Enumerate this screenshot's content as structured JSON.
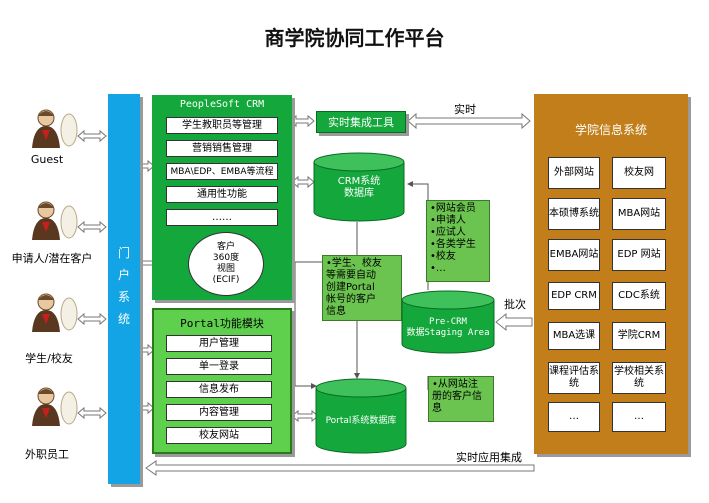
{
  "title": "商学院协同工作平台",
  "users": [
    {
      "label": "Guest"
    },
    {
      "label": "申请人/潜在客户"
    },
    {
      "label": "学生/校友"
    },
    {
      "label": "外职员工"
    }
  ],
  "portal_bar": {
    "chars": [
      "门",
      "户",
      "系",
      "统"
    ]
  },
  "crm": {
    "title": "PeopleSoft CRM",
    "items": [
      "学生教职员等管理",
      "营销销售管理",
      "MBA\\EDP、EMBA等流程",
      "通用性功能",
      "……"
    ],
    "ecif": [
      "客户",
      "360度",
      "视图",
      "(ECIF)"
    ]
  },
  "portal_module": {
    "title": "Portal功能模块",
    "items": [
      "用户管理",
      "单一登录",
      "信息发布",
      "内容管理",
      "校友网站"
    ]
  },
  "realtime_tool": "实时集成工具",
  "realtime": "实时",
  "crm_db": [
    "CRM系统",
    "数据库"
  ],
  "portal_db": "Portal系统数据库",
  "staging": [
    "Pre-CRM",
    "数据Staging Area"
  ],
  "note_auto": [
    "•学生、校友",
    "等需要自动",
    "创建Portal",
    "帐号的客户",
    "信息"
  ],
  "note_members": [
    "•网站会员",
    "•申请人",
    "•应试人",
    "•各类学生",
    "•校友",
    "•…"
  ],
  "note_web": [
    "•从网站注",
    "册的客户信",
    "息"
  ],
  "batch": "批次",
  "realtime_app": "实时应用集成",
  "school": {
    "title": "学院信息系统",
    "items": [
      "外部网站",
      "校友网",
      "本硕博系统",
      "MBA网站",
      "EMBA网站",
      "EDP 网站",
      "EDP CRM",
      "CDC系统",
      "MBA选课",
      "学院CRM",
      "课程评估系统",
      "学校相关系统",
      "…",
      "…"
    ]
  },
  "colors": {
    "portal": "#12a4e4",
    "crm": "#14a83c",
    "school": "#c17e1a",
    "note": "#6cc450"
  }
}
